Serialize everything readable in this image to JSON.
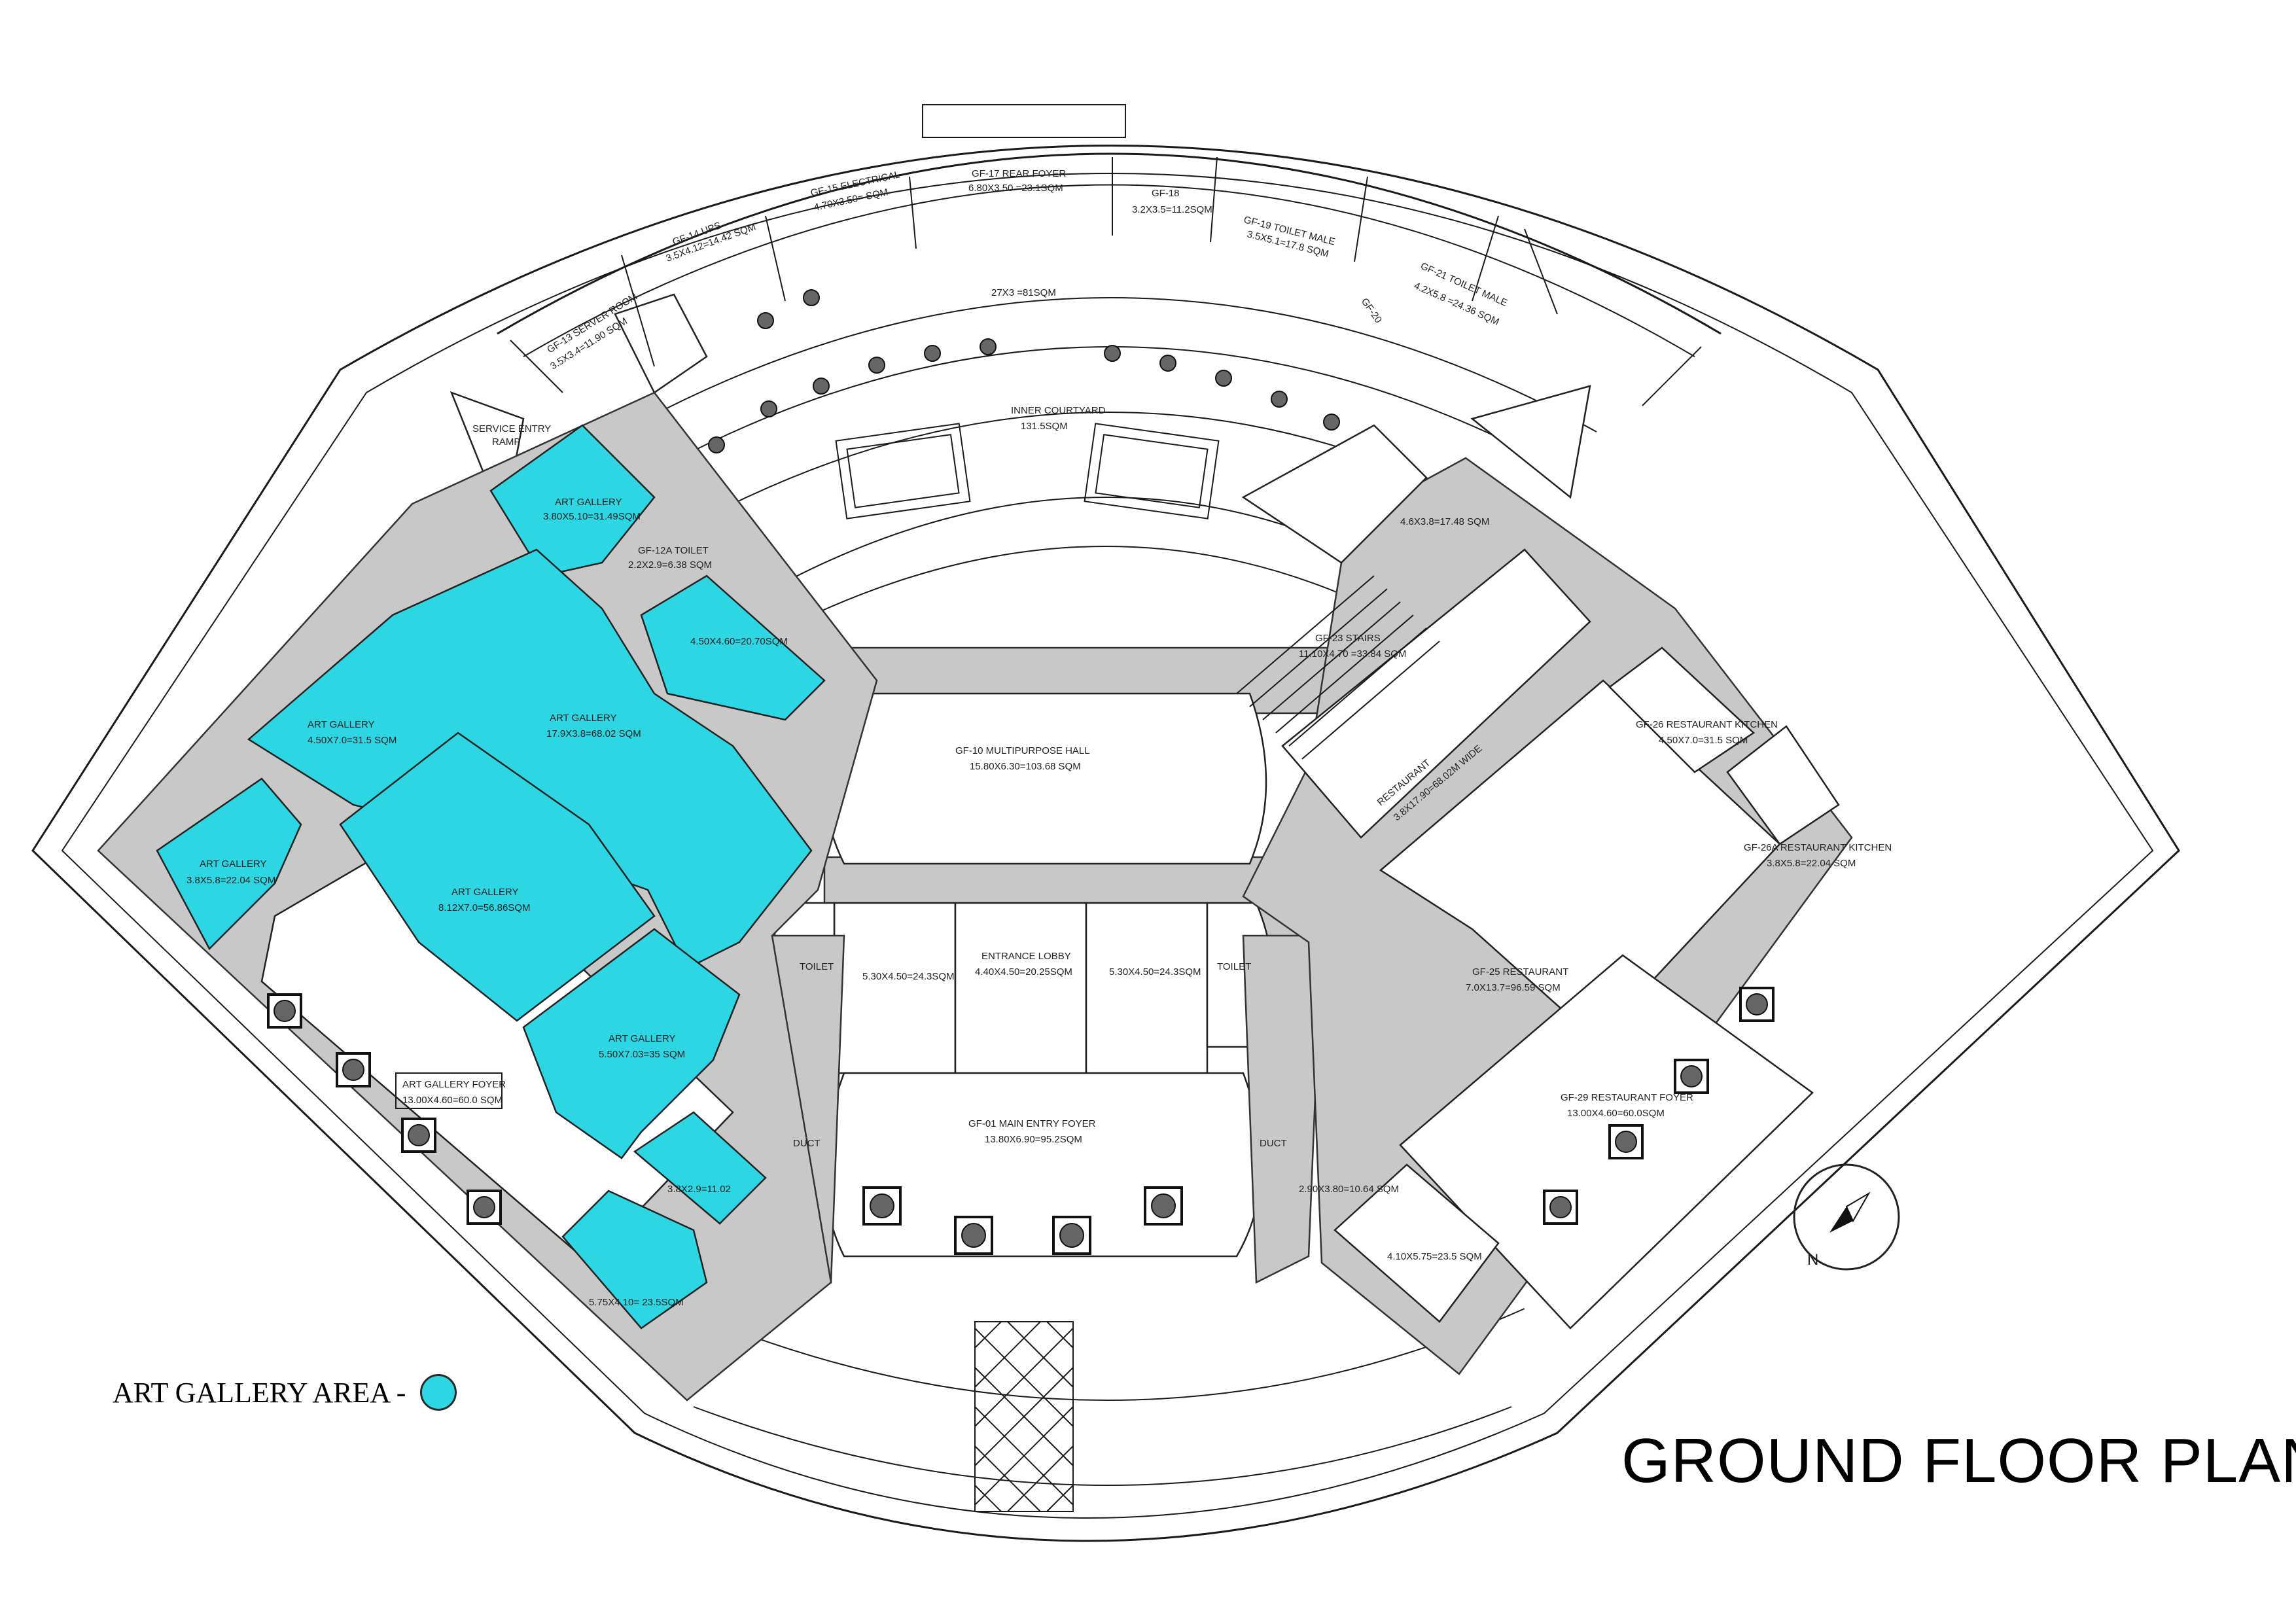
{
  "title": "GROUND FLOOR PLAN",
  "legend": {
    "label": "ART GALLERY AREA -",
    "color": "#2ed6e4"
  },
  "north_label": "N",
  "colors": {
    "gallery": "#2ed6e4",
    "wall": "#c8c8c8",
    "line": "#1a1a1a"
  },
  "rooms": {
    "r_gf17": "GF-17 REAR FOYER",
    "r_gf17_d": "6.80X3.50 =23.1SQM",
    "r_gf15": "GF-15 ELECTRICAL",
    "r_gf15_d": "4.70X3.50= SQM",
    "r_gf14": "GF-14 UPS",
    "r_gf14_d": "3.5X4.12=14.42 SQM",
    "r_gf13": "GF-13 SERVER ROOM",
    "r_gf13_d": "3.5X3.4=11.90 SQM",
    "r_gf18": "GF-18",
    "r_gf18_d": "3.2X3.5=11.2SQM",
    "r_gf19": "GF-19 TOILET MALE",
    "r_gf19_d": "3.5X5.1=17.8 SQM",
    "r_gf20": "GF-20",
    "r_gf21": "GF-21 TOILET MALE",
    "r_gf21_d": "4.2X5.8 =24.36 SQM",
    "r_corr": "27X3 =81SQM",
    "r_court": "INNER COURTYARD",
    "r_court_d": "131.5SQM",
    "r_ramp1": "SERVICE ENTRY",
    "r_ramp2": "RAMP",
    "r_ag1": "ART GALLERY",
    "r_ag1_d": "3.80X5.10=31.49SQM",
    "r_gf12a": "GF-12A TOILET",
    "r_gf12a_d": "2.2X2.9=6.38 SQM",
    "r_ag2_d": "4.50X4.60=20.70SQM",
    "r_ag3": "ART GALLERY",
    "r_ag3_d": "4.50X7.0=31.5 SQM",
    "r_ag4": "ART GALLERY",
    "r_ag4_d": "17.9X3.8=68.02 SQM",
    "r_ag5": "ART GALLERY",
    "r_ag5_d": "3.8X5.8=22.04 SQM",
    "r_ag6": "ART GALLERY",
    "r_ag6_d": "8.12X7.0=56.86SQM",
    "r_ag7": "ART GALLERY",
    "r_ag7_d": "5.50X7.03=35 SQM",
    "r_ag8_d": "3.8X2.9=11.02",
    "r_ag9_d": "5.75X4.10= 23.5SQM",
    "r_agf": "ART GALLERY FOYER",
    "r_agf_d": "13.00X4.60=60.0 SQM",
    "r_gf10": "GF-10 MULTIPURPOSE HALL",
    "r_gf10_d": "15.80X6.30=103.68 SQM",
    "r_toilet_l": "TOILET",
    "r_toilet_l_d": "5.30X4.50=24.3SQM",
    "r_lobby": "ENTRANCE LOBBY",
    "r_lobby_d": "4.40X4.50=20.25SQM",
    "r_toilet_r_d": "5.30X4.50=24.3SQM",
    "r_toilet_r": "TOILET",
    "r_duct_l": "DUCT",
    "r_duct_r": "DUCT",
    "r_gf01": "GF-01 MAIN ENTRY FOYER",
    "r_gf01_d": "13.80X6.90=95.2SQM",
    "r_stair_top": "4.6X3.8=17.48 SQM",
    "r_gf23": "GF-23 STAIRS",
    "r_gf23_d": "11.10X4.70 =33.84 SQM",
    "r_rest_strip": "RESTAURANT",
    "r_rest_strip_d": "3.8X17.90=68.02M WIDE",
    "r_gf26": "GF-26 RESTAURANT KITCHEN",
    "r_gf26_d": "4.50X7.0=31.5 SQM",
    "r_gf26a": "GF-26A RESTAURANT KITCHEN",
    "r_gf26a_d": "3.8X5.8=22.04 SQM",
    "r_gf25": "GF-25 RESTAURANT",
    "r_gf25_d": "7.0X13.7=96.59 SQM",
    "r_gf29": "GF-29 RESTAURANT FOYER",
    "r_gf29_d": "13.00X4.60=60.0SQM",
    "r_r1": "2.90X3.80=10.64 SQM",
    "r_r2": "4.10X5.75=23.5 SQM"
  }
}
